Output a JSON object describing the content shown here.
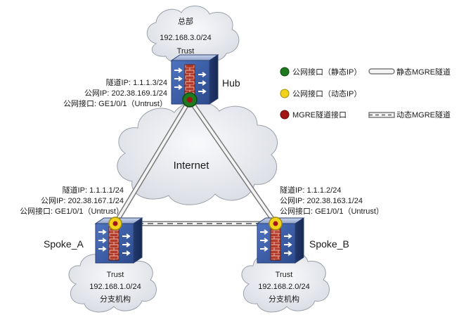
{
  "hub": {
    "cloud_title": "总部",
    "subnet": "192.168.3.0/24",
    "zone": "Trust",
    "name": "Hub",
    "tunnel_ip": "隧道IP: 1.1.1.3/24",
    "public_ip": "公网IP: 202.38.169.1/24",
    "public_if": "公网接口: GE1/0/1（Untrust）"
  },
  "internet": {
    "label": "Internet"
  },
  "spoke_a": {
    "name": "Spoke_A",
    "tunnel_ip": "隧道IP:  1.1.1.1/24",
    "public_ip": "公网IP: 202.38.167.1/24",
    "public_if": "公网接口: GE1/0/1（Untrust）",
    "zone": "Trust",
    "subnet": "192.168.1.0/24",
    "branch": "分支机构"
  },
  "spoke_b": {
    "name": "Spoke_B",
    "tunnel_ip": "隧道IP:  1.1.1.2/24",
    "public_ip": "公网IP: 202.38.163.1/24",
    "public_if": "公网接口: GE1/0/1（Untrust）",
    "zone": "Trust",
    "subnet": "192.168.2.0/24",
    "branch": "分支机构"
  },
  "legend": {
    "static_if": "公网接口（静态IP）",
    "dynamic_if": "公网接口（动态IP）",
    "mgre_if": "MGRE隧道接口",
    "static_tunnel": "静态MGRE隧道",
    "dynamic_tunnel": "动态MGRE隧道"
  },
  "colors": {
    "static_if": "#1f7a1f",
    "dynamic_if": "#f2d21b",
    "mgre_if": "#a31515",
    "device_body": "#3b5ea8",
    "cloud": "#e7e9ef"
  }
}
